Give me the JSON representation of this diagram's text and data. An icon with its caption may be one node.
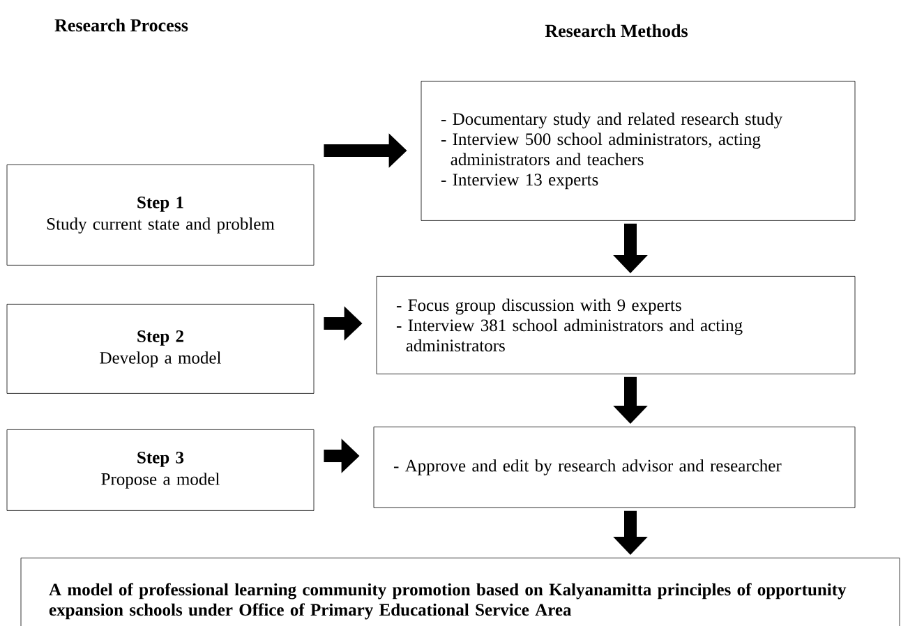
{
  "diagram": {
    "nodes": [
      {
        "text": [
          "Step 1",
          "Study current state and problem"
        ]
      },
      {
        "text": [
          "- Documentary study and related research study",
          "- Interview 500 school administrators, acting administrators and teachers",
          "- Interview 13 experts"
        ]
      },
      {
        "text": [
          "Step 2",
          "Develop a model"
        ]
      },
      {
        "text": [
          "- Focus group discussion with 9 experts",
          "- Interview 381 school administrators and acting administrators"
        ]
      },
      {
        "text": [
          "Step 3",
          "Propose a model"
        ]
      },
      {
        "text": [
          "- Approve and edit by research advisor and researcher"
        ]
      },
      {
        "text": [
          "A model of professional learning community promotion based on Kalyanamitta principles of opportunity expansion schools under Office of Primary Educational Service Area"
        ]
      }
    ],
    "edges": [
      {
        "from": 0,
        "to": 1,
        "arrow": "to"
      },
      {
        "from": 1,
        "to": 3,
        "arrow": "to"
      },
      {
        "from": 2,
        "to": 3,
        "arrow": "to"
      },
      {
        "from": 3,
        "to": 5,
        "arrow": "to"
      },
      {
        "from": 4,
        "to": 5,
        "arrow": "to"
      },
      {
        "from": 5,
        "to": 6,
        "arrow": "to"
      }
    ],
    "labels": [
      "Research Process",
      "Research Methods"
    ]
  }
}
